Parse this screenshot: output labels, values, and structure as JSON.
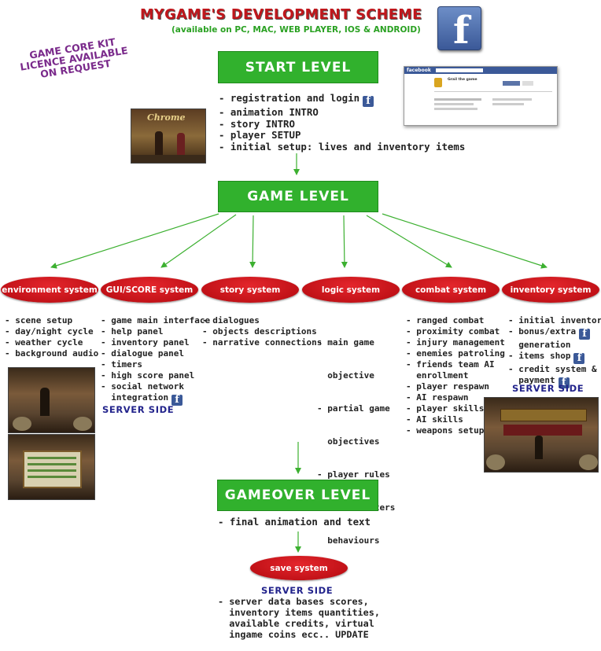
{
  "header": {
    "title": "MYGAME'S DEVELOPMENT SCHEME",
    "subtitle": "(available on PC, MAC, WEB PLAYER, IOS & ANDROID)",
    "facebook_logo_letter": "f"
  },
  "licence_note": [
    "GAME CORE KIT",
    "LICENCE AVAILABLE",
    "ON REQUEST"
  ],
  "start_level": {
    "label": "START LEVEL",
    "items": [
      "- registration and login",
      "- animation INTRO",
      "- story INTRO",
      "- player SETUP",
      "- initial setup: lives and inventory items"
    ],
    "logo_text": "Chrome"
  },
  "facebook_mock": {
    "brand": "facebook",
    "app_title": "Grail the game"
  },
  "game_level": {
    "label": "GAME LEVEL"
  },
  "systems": [
    {
      "label": "environment system",
      "items": [
        "- scene setup",
        "- day/night cycle",
        "- weather cycle",
        "- background audio"
      ]
    },
    {
      "label": "GUI/SCORE system",
      "items": [
        "- game main interface",
        "- help panel",
        "- inventory panel",
        "- dialogue panel",
        "- timers",
        "- high score panel",
        "- social network",
        "  integration"
      ],
      "server_side": "SERVER SIDE"
    },
    {
      "label": "story system",
      "items": [
        "- dialogues",
        "- objects descriptions",
        "- narrative connections"
      ]
    },
    {
      "label": "logic system",
      "items": [
        "- main game",
        "  objective",
        "- partial game",
        "  objectives",
        "- player rules",
        "- AI characters",
        "  behaviours"
      ]
    },
    {
      "label": "combat system",
      "items": [
        "- ranged combat",
        "- proximity combat",
        "- injury management",
        "- enemies patroling",
        "- friends team AI",
        "  enrollment",
        "- player respawn",
        "- AI respawn",
        "- player skills",
        "- AI skills",
        "- weapons setup"
      ]
    },
    {
      "label": "inventory system",
      "items": [
        "- initial inventory",
        "- bonus/extra",
        "  generation",
        "- items shop",
        "- credit system &",
        "  payment"
      ],
      "server_side": "SERVER SIDE"
    }
  ],
  "gameover_level": {
    "label": "GAMEOVER LEVEL",
    "items": [
      "- final animation and text"
    ]
  },
  "save_system": {
    "label": "save system",
    "server_side": "SERVER SIDE",
    "items": [
      "- server data bases scores,",
      "  inventory items quantities,",
      "  available credits, virtual",
      "  ingame coins ecc.. UPDATE"
    ]
  },
  "colors": {
    "title": "#c0171c",
    "subtitle": "#2aa122",
    "level_box": "#31b12d",
    "system_ellipse": "#c9141a",
    "server_side": "#23248c",
    "licence": "#7a2a8b",
    "arrow": "#3cb030",
    "facebook": "#3b5998"
  }
}
